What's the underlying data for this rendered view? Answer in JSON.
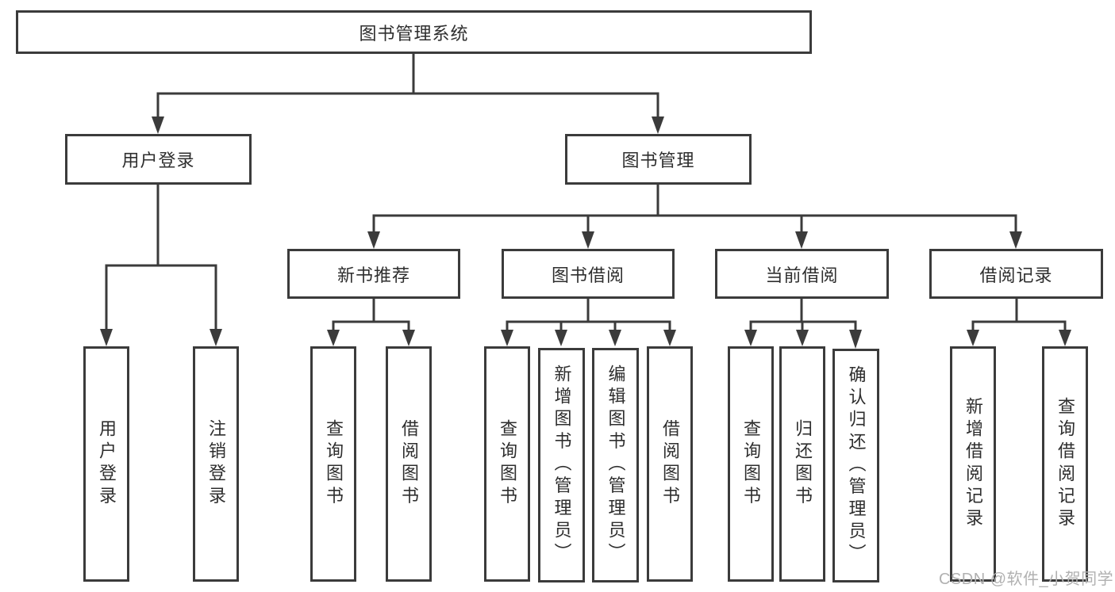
{
  "watermark": "CSDN @软件_小贺同学",
  "tree": {
    "root": "图书管理系统",
    "branches": [
      {
        "label": "用户登录",
        "children": [
          "用户登录",
          "注销登录"
        ]
      },
      {
        "label": "图书管理",
        "groups": [
          {
            "label": "新书推荐",
            "children": [
              "查询图书",
              "借阅图书"
            ]
          },
          {
            "label": "图书借阅",
            "children": [
              "查询图书",
              "新增图书（管理员）",
              "编辑图书（管理员）",
              "借阅图书"
            ]
          },
          {
            "label": "当前借阅",
            "children": [
              "查询图书",
              "归还图书",
              "确认归还（管理员）"
            ]
          },
          {
            "label": "借阅记录",
            "children": [
              "新增借阅记录",
              "查询借阅记录"
            ]
          }
        ]
      }
    ]
  },
  "colors": {
    "line": "#3b3b3b",
    "text": "#2e2e2e",
    "watermark": "#b1b1b1",
    "background": "#ffffff"
  }
}
